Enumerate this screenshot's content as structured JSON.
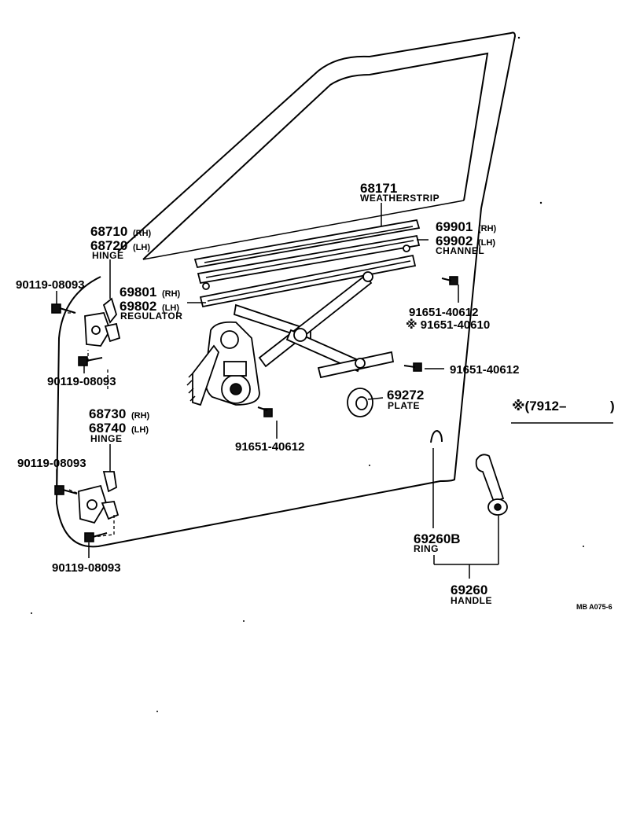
{
  "labels": {
    "weatherstrip": {
      "number": "68171",
      "name": "WEATHERSTRIP"
    },
    "channel": {
      "number_rh": "69901",
      "side_rh": "(RH)",
      "number_lh": "69902",
      "side_lh": "(LH)",
      "name": "CHANNEL"
    },
    "hinge_upper": {
      "number_rh": "68710",
      "side_rh": "(RH)",
      "number_lh": "68720",
      "side_lh": "(LH)",
      "name": "HINGE"
    },
    "regulator": {
      "number_rh": "69801",
      "side_rh": "(RH)",
      "number_lh": "69802",
      "side_lh": "(LH)",
      "name": "REGULATOR"
    },
    "hinge_lower": {
      "number_rh": "68730",
      "side_rh": "(RH)",
      "number_lh": "68740",
      "side_lh": "(LH)",
      "name": "HINGE"
    },
    "bolt_a": "90119-08093",
    "bolt_b": "90119-08093",
    "bolt_c": "90119-08093",
    "bolt_d": "90119-08093",
    "screw_channel_1": "91651-40612",
    "screw_channel_2": "※ 91651-40610",
    "screw_right": "91651-40612",
    "screw_bottom": "91651-40612",
    "plate": {
      "number": "69272",
      "name": "PLATE"
    },
    "ring": {
      "number": "69260B",
      "name": "RING"
    },
    "handle": {
      "number": "69260",
      "name": "HANDLE"
    },
    "date_note": "※(7912–",
    "date_note_close": ")",
    "diagram_ref": "MB A075-6"
  }
}
